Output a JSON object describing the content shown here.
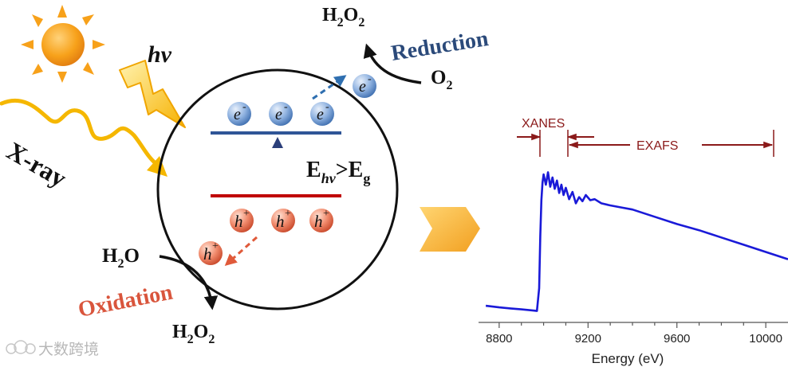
{
  "left_diagram": {
    "hv_label": "hv",
    "xray_label": "X-ray",
    "reduction_label": "Reduction",
    "oxidation_label": "Oxidation",
    "product_top": {
      "main": "H",
      "sub1": "2",
      "mid": "O",
      "sub2": "2"
    },
    "reactant_top": {
      "main": "O",
      "sub": "2"
    },
    "reactant_bottom": {
      "main": "H",
      "sub": "2",
      "tail": "O"
    },
    "product_bottom": {
      "main": "H",
      "sub1": "2",
      "mid": "O",
      "sub2": "2"
    },
    "electron_symbol": "e",
    "electron_charge": "-",
    "hole_symbol": "h",
    "hole_charge": "+",
    "condition": {
      "e": "E",
      "sub_hv": "hv",
      "gt": ">E",
      "sub_g": "g"
    },
    "colors": {
      "reduction": "#2b4a7a",
      "oxidation": "#d9553c",
      "conduction_band": "#2f5597",
      "valence_band": "#c00000",
      "electron_arrow": "#2f6fb0",
      "hole_arrow": "#e05a3a"
    }
  },
  "watermark": "大数跨境",
  "spectrum": {
    "xanes_label": "XANES",
    "exafs_label": "EXAFS",
    "xlabel": "Energy (eV)",
    "line_color": "#1a1ad8",
    "annotation_color": "#8b1a1a"
  },
  "chart_data": {
    "type": "line",
    "title": "",
    "xlabel": "Energy (eV)",
    "ylabel": "",
    "xlim": [
      8700,
      10100
    ],
    "x_ticks": [
      8800,
      9200,
      9600,
      10000
    ],
    "series": [
      {
        "x": [
          8740,
          8800,
          8850,
          8900,
          8950,
          8970,
          8980,
          8985,
          8990,
          8995,
          9000,
          9010,
          9020,
          9030,
          9040,
          9050,
          9060,
          9070,
          9080,
          9090,
          9100,
          9115,
          9130,
          9145,
          9160,
          9175,
          9190,
          9210,
          9230,
          9260,
          9300,
          9350,
          9400,
          9500,
          9600,
          9700,
          9800,
          9900,
          10000,
          10100
        ],
        "y": [
          0.03,
          0.015,
          0.005,
          -0.005,
          -0.015,
          -0.02,
          0.2,
          0.7,
          1.05,
          1.22,
          1.3,
          1.2,
          1.32,
          1.18,
          1.27,
          1.16,
          1.24,
          1.12,
          1.2,
          1.1,
          1.17,
          1.06,
          1.13,
          1.02,
          1.08,
          1.04,
          1.1,
          1.05,
          1.06,
          1.02,
          1.0,
          0.98,
          0.96,
          0.89,
          0.82,
          0.76,
          0.69,
          0.62,
          0.55,
          0.48
        ]
      }
    ],
    "annotations": [
      {
        "label": "XANES",
        "x_range": [
          8920,
          9080
        ]
      },
      {
        "label": "EXAFS",
        "x_range": [
          9080,
          10080
        ]
      }
    ]
  }
}
